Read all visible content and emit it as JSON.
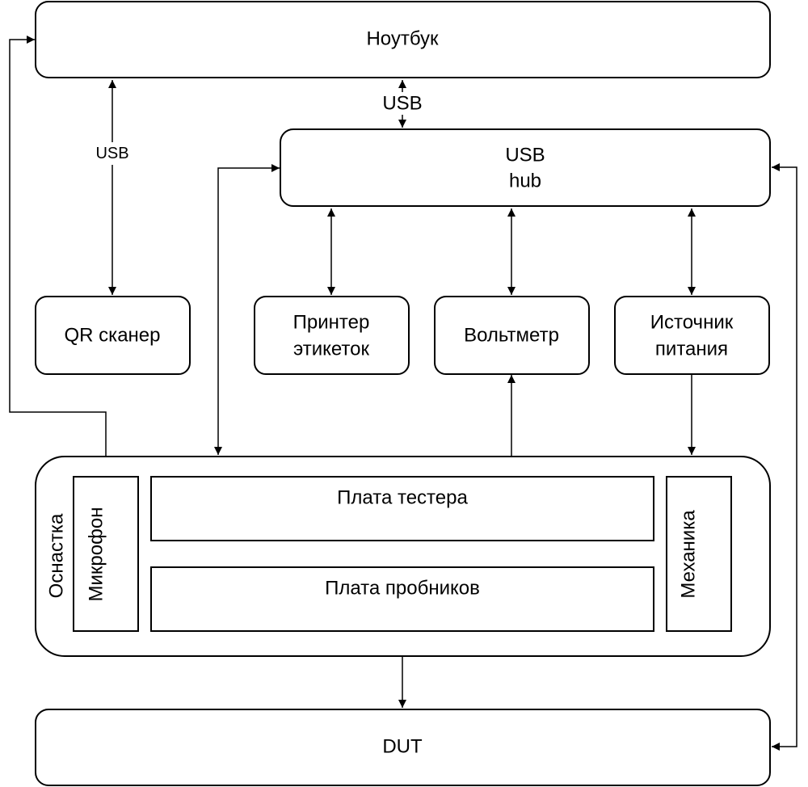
{
  "nodes": {
    "laptop": "Ноутбук",
    "usb_hub_line1": "USB",
    "usb_hub_line2": "hub",
    "qr_scanner": "QR сканер",
    "printer_line1": "Принтер",
    "printer_line2": "этикеток",
    "voltmeter": "Вольтметр",
    "power_line1": "Источник",
    "power_line2": "питания",
    "fixture": "Оснастка",
    "microphone": "Микрофон",
    "tester_board": "Плата тестера",
    "probe_board": "Плата пробников",
    "mechanics": "Механика",
    "dut": "DUT"
  },
  "edges": {
    "laptop_qr_label": "USB",
    "laptop_hub_label": "USB"
  }
}
